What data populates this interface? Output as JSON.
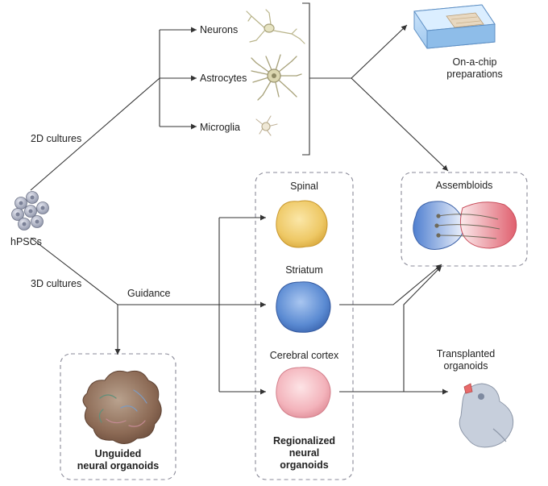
{
  "source": {
    "label": "hPSCs"
  },
  "branches": {
    "two_d": "2D cultures",
    "three_d": "3D cultures",
    "guidance": "Guidance"
  },
  "cell_types": {
    "neurons": "Neurons",
    "astrocytes": "Astrocytes",
    "microglia": "Microglia"
  },
  "outputs": {
    "on_chip_line1": "On-a-chip",
    "on_chip_line2": "preparations",
    "assembloids": "Assembloids",
    "transplanted_line1": "Transplanted",
    "transplanted_line2": "organoids"
  },
  "regionalized": {
    "spinal": "Spinal",
    "striatum": "Striatum",
    "cortex": "Cerebral cortex",
    "caption_line1": "Regionalized",
    "caption_line2": "neural",
    "caption_line3": "organoids"
  },
  "unguided": {
    "caption_line1": "Unguided",
    "caption_line2": "neural organoids"
  },
  "colors": {
    "line": "#333333",
    "dashed_box": "#8a8a98",
    "spinal": "#f0d078",
    "striatum": "#5e8fd6",
    "cortex": "#f2b4bc",
    "unguided": "#8e6a58",
    "cells": "#a7adbf",
    "chip": "#9ec8ee"
  }
}
